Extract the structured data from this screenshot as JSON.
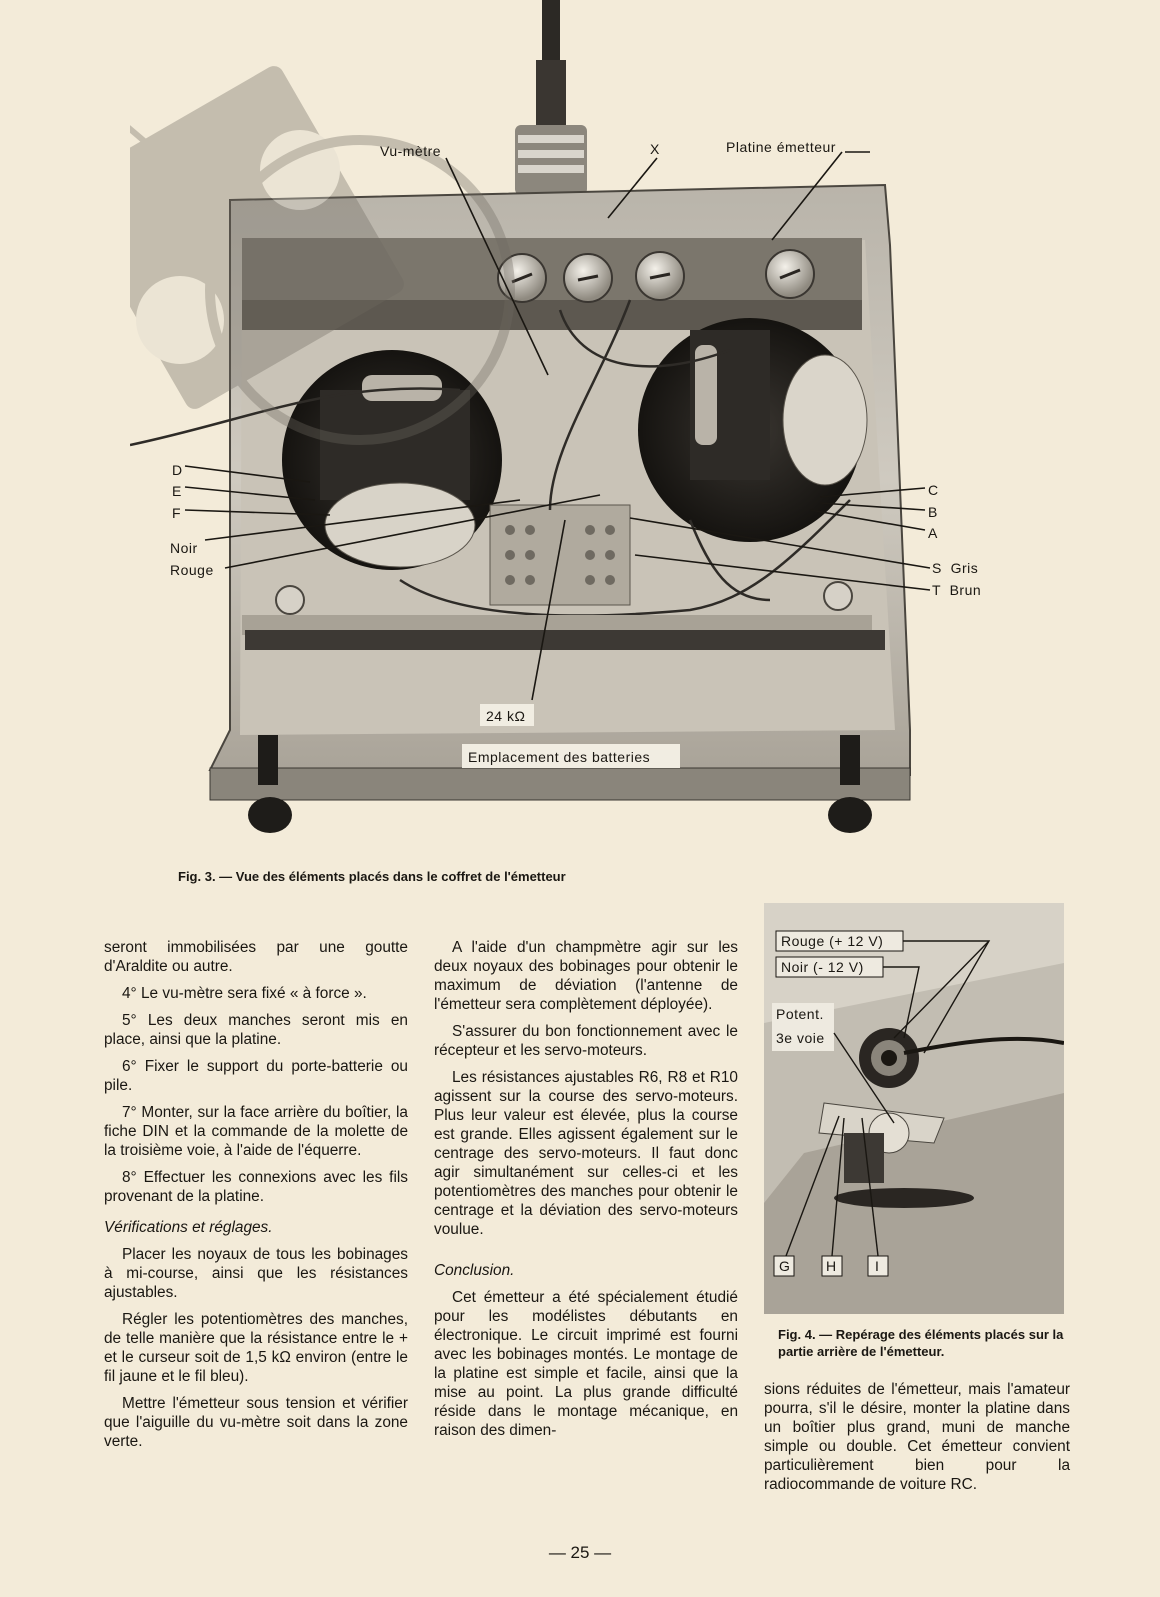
{
  "figure3": {
    "labels": {
      "vu_metre": "Vu-mètre",
      "x": "X",
      "platine": "Platine émetteur",
      "d": "D",
      "e": "E",
      "f": "F",
      "noir": "Noir",
      "rouge": "Rouge",
      "c": "C",
      "b": "B",
      "a": "A",
      "s_gris": "S  Gris",
      "t_brun": "T  Brun",
      "resistor": "24 kΩ",
      "batteries": "Emplacement des batteries"
    },
    "caption": "Fig. 3. — Vue des éléments placés dans le coffret de l'émetteur"
  },
  "column1": {
    "p1": "seront immobilisées par une goutte d'Araldite ou autre.",
    "p2": "4° Le vu-mètre sera fixé « à force ».",
    "p3": "5° Les deux manches seront mis en place, ainsi que la platine.",
    "p4": "6° Fixer le support du porte-batterie ou pile.",
    "p5": "7° Monter, sur la face arrière du boîtier, la fiche DIN et la commande de la molette de la troisième voie, à l'aide de l'équerre.",
    "p6": "8° Effectuer les connexions avec les fils provenant de la platine.",
    "heading": "Vérifications et réglages.",
    "p7": "Placer les noyaux de tous les bobinages à mi-course, ainsi que les résistances ajustables.",
    "p8": "Régler les potentiomètres des manches, de telle manière que la résistance entre le + et le curseur soit de 1,5 kΩ environ (entre le fil jaune et le fil bleu).",
    "p9": "Mettre l'émetteur sous tension et vérifier que l'aiguille du vu-mètre soit dans la zone verte."
  },
  "column2": {
    "p1": "A l'aide d'un champmètre agir sur les deux noyaux des bobinages pour obtenir le maximum de déviation (l'antenne de l'émetteur sera complètement déployée).",
    "p2": "S'assurer du bon fonctionnement avec le récepteur et les servo-moteurs.",
    "p3": "Les résistances ajustables R6, R8 et R10 agissent sur la course des servo-moteurs. Plus leur valeur est élevée, plus la course est grande. Elles agissent également sur le centrage des servo-moteurs. Il faut donc agir simultanément sur celles-ci et les potentiomètres des manches pour obtenir le centrage et la déviation des servo-moteurs voulue.",
    "heading": "Conclusion.",
    "p4": "Cet émetteur a été spécialement étudié pour les modélistes débutants en électronique. Le circuit imprimé est fourni avec les bobinages montés. Le montage de la platine est simple et facile, ainsi que la mise au point. La plus grande difficulté réside dans le montage mécanique, en raison des dimen-"
  },
  "column3": {
    "p1": "sions réduites de l'émetteur, mais l'amateur pourra, s'il le désire, monter la platine dans un boîtier plus grand, muni de manche simple ou double. Cet émetteur convient particulièrement bien pour la radiocommande de voiture RC."
  },
  "figure4": {
    "labels": {
      "rouge": "Rouge (+ 12 V)",
      "noir": "Noir (- 12 V)",
      "potent_1": "Potent.",
      "potent_2": "3e voie",
      "g": "G",
      "h": "H",
      "i": "I"
    },
    "caption": "Fig. 4. — Repérage des éléments placés sur la partie arrière de l'émetteur."
  },
  "page_number": "— 25 —"
}
